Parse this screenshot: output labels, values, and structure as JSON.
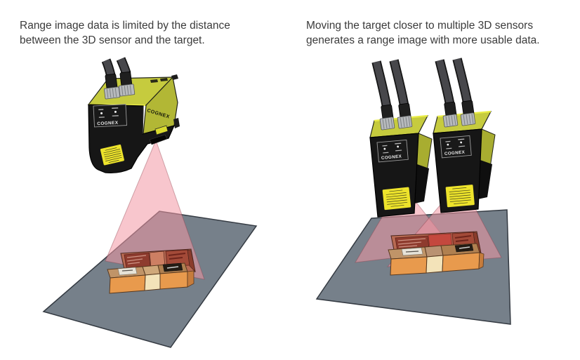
{
  "captions": {
    "left": "Range image data is limited by the distance between the 3D sensor and the target.",
    "right": "Moving the target closer to multiple 3D sensors generates a range image with more usable data."
  },
  "sensor": {
    "brand": "COGNEX"
  },
  "colors": {
    "background": "#ffffff",
    "caption_text": "#3b3b3b",
    "floor": "#76808a",
    "floor_outline": "#343a42",
    "beam_fill": "rgba(242,152,164,0.55)",
    "beam_edge": "rgba(140,60,72,0.4)",
    "sensor_yellow": "#c6cb3e",
    "sensor_yellow_side": "#b2b735",
    "sensor_yellow_bright": "#e9ec45",
    "sensor_black": "#161616",
    "warning_label_yellow": "#ede32b",
    "connector_silver": "#b7babd",
    "cable_gray": "#47474b",
    "box_orange": "#e89a4d",
    "box_cream": "#f3e3b9",
    "box_tan_top": "#c09468",
    "box_mid_top": "#cfa87a",
    "box_brown_top": "#b08050",
    "lit_box_base": "#b86a52",
    "lit_label_dark": "#8e3b2e",
    "lit_label_mid": "#a34a38",
    "beam_crossing_red": "#c4483e"
  }
}
